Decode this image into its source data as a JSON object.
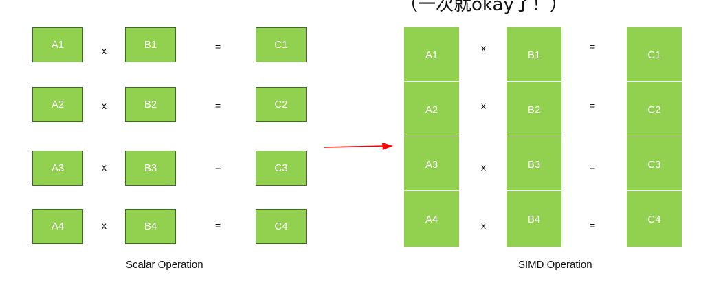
{
  "top_fragment": "（一次就okay了！）",
  "scalar": {
    "rows": [
      {
        "a": "A1",
        "op": "x",
        "b": "B1",
        "eq": "=",
        "c": "C1"
      },
      {
        "a": "A2",
        "op": "x",
        "b": "B2",
        "eq": "=",
        "c": "C2"
      },
      {
        "a": "A3",
        "op": "x",
        "b": "B3",
        "eq": "=",
        "c": "C3"
      },
      {
        "a": "A4",
        "op": "x",
        "b": "B4",
        "eq": "=",
        "c": "C4"
      }
    ],
    "caption": "Scalar Operation"
  },
  "simd": {
    "a": [
      "A1",
      "A2",
      "A3",
      "A4"
    ],
    "b": [
      "B1",
      "B2",
      "B3",
      "B4"
    ],
    "c": [
      "C1",
      "C2",
      "C3",
      "C4"
    ],
    "ops": [
      "x",
      "x",
      "x",
      "x"
    ],
    "eqs": [
      "=",
      "=",
      "=",
      "="
    ],
    "caption": "SIMD Operation"
  },
  "colors": {
    "box_fill": "#92d050",
    "box_border": "#3d6a2a",
    "arrow": "#ff0000"
  }
}
